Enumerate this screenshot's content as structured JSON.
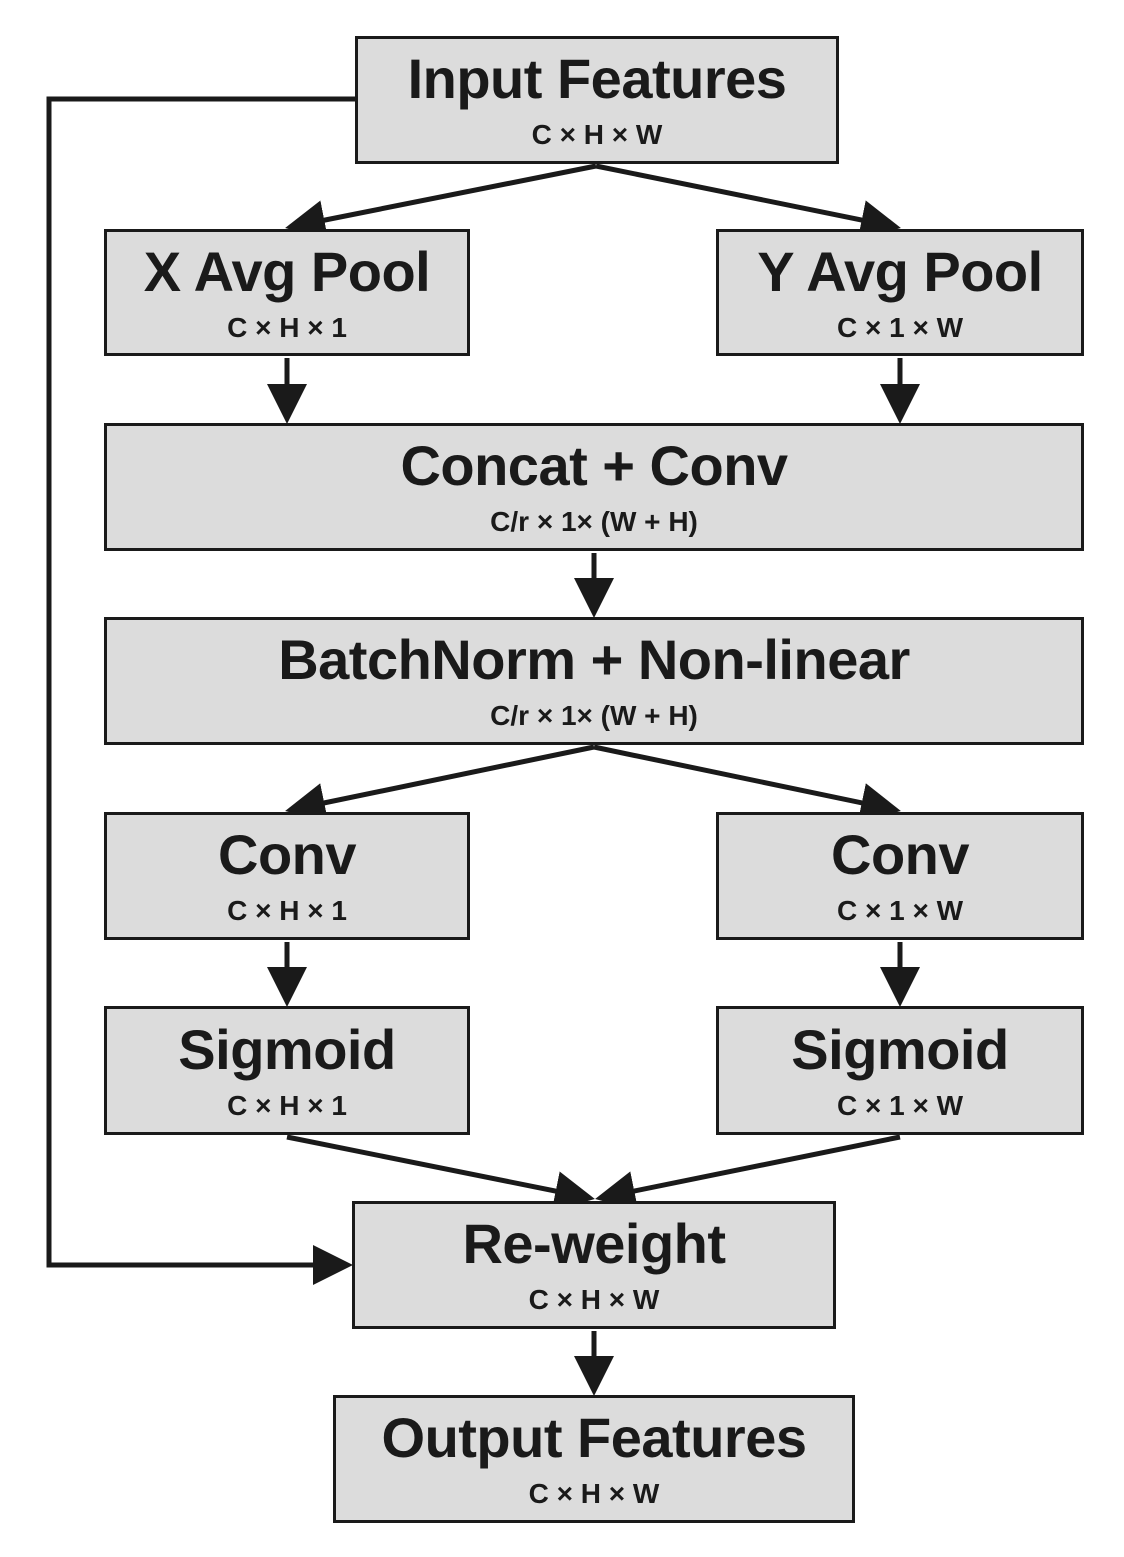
{
  "nodes": {
    "input": {
      "title": "Input Features",
      "dims": "C × H × W"
    },
    "xpool": {
      "title": "X Avg Pool",
      "dims": "C × H × 1"
    },
    "ypool": {
      "title": "Y Avg Pool",
      "dims": "C × 1 × W"
    },
    "concat": {
      "title": "Concat + Conv",
      "dims": "C/r × 1× (W + H)"
    },
    "bn": {
      "title": "BatchNorm + Non-linear",
      "dims": "C/r × 1× (W + H)"
    },
    "convx": {
      "title": "Conv",
      "dims": "C × H × 1"
    },
    "convy": {
      "title": "Conv",
      "dims": "C × 1 × W"
    },
    "sigx": {
      "title": "Sigmoid",
      "dims": "C × H × 1"
    },
    "sigy": {
      "title": "Sigmoid",
      "dims": "C × 1 × W"
    },
    "rew": {
      "title": "Re-weight",
      "dims": "C × H × W"
    },
    "output": {
      "title": "Output Features",
      "dims": "C × H × W"
    }
  },
  "edges": [
    {
      "from": "input",
      "to": "xpool"
    },
    {
      "from": "input",
      "to": "ypool"
    },
    {
      "from": "xpool",
      "to": "concat"
    },
    {
      "from": "ypool",
      "to": "concat"
    },
    {
      "from": "concat",
      "to": "bn"
    },
    {
      "from": "bn",
      "to": "convx"
    },
    {
      "from": "bn",
      "to": "convy"
    },
    {
      "from": "convx",
      "to": "sigx"
    },
    {
      "from": "convy",
      "to": "sigy"
    },
    {
      "from": "sigx",
      "to": "rew"
    },
    {
      "from": "sigy",
      "to": "rew"
    },
    {
      "from": "input",
      "to": "rew",
      "kind": "skip-connection"
    },
    {
      "from": "rew",
      "to": "output"
    }
  ],
  "colors": {
    "box_fill": "#dcdcdc",
    "stroke": "#1a1a1a",
    "background": "#ffffff"
  }
}
